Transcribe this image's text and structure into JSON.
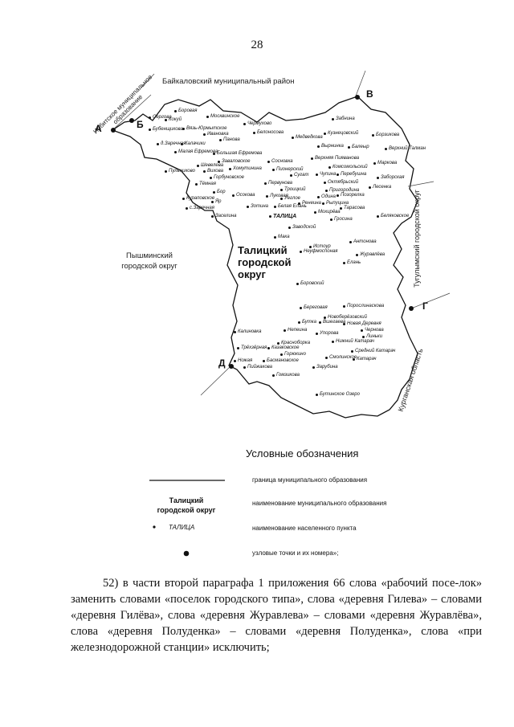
{
  "page_number": "28",
  "map": {
    "regions": {
      "irbit": "Ирбитское муниципальное образование",
      "baikalov": "Байкаловский муниципальный район",
      "pyshma": "Пышминский городской округ",
      "tulun": "Тугулымский городской округ",
      "kurgan": "Курганская область"
    },
    "main_name": [
      "Талицкий",
      "городской",
      "округ"
    ],
    "nodes": [
      "А",
      "Б",
      "В",
      "Г",
      "Д"
    ],
    "settlements": [
      "Сергова",
      "Кокуй",
      "Боровая",
      "Москвинское",
      "Чермухово",
      "Забнина",
      "Бубенщикова",
      "Вязь-Юрмытское",
      "Ивановка",
      "Панова",
      "Белоносова",
      "Медведкова",
      "Кузнецовский",
      "Борзикова",
      "Калачики",
      "д.Заречная",
      "Малая Ефремова",
      "Вырнинка",
      "Балеыр",
      "Верхний Талман",
      "Большая Ефремова",
      "Верхняя Пияванова",
      "Заваловское",
      "Сосновка",
      "Шевелева",
      "Вихова",
      "Хомутинина",
      "Пионерский",
      "Комсомольский",
      "Маркова",
      "Пульниково",
      "Сугат",
      "Чупина",
      "Перебушна",
      "Заборская",
      "Горбуновское",
      "Первунова",
      "Октябрьский",
      "Лесенка",
      "Тёмная",
      "Троицкий",
      "Пригородина",
      "Бор",
      "Луковая",
      "Осокова",
      "Уеглое",
      "Одина",
      "Позорелка",
      "Кураповское",
      "Яр",
      "Ренеина",
      "Рыпуцина",
      "с.Заречная",
      "Зотина",
      "Белая Елань",
      "Мохирёва",
      "Тарасова",
      "Заселина",
      "ТАЛИЦА",
      "Беляковское",
      "Гросина",
      "Заводской",
      "Мака",
      "Антонова",
      "Истоур",
      "Неуфмоспоная",
      "Журавлёва",
      "Елань",
      "Боровский",
      "Береговая",
      "Порослинаскова",
      "Новоберёзовский",
      "Бутка",
      "Вшегаева",
      "Новая Деревня",
      "Чернова",
      "Непеина",
      "Упорова",
      "Линьки",
      "Калиновка",
      "Нижний Катарач",
      "Красноборка",
      "Трёхзёрная",
      "Казаковское",
      "Средний Катарач",
      "Горюкино",
      "Смолинское",
      "Катарач",
      "Ножая",
      "Басмановское",
      "Пийжакова",
      "Зарубина",
      "Гомзикова",
      "Бутинское Озеро"
    ]
  },
  "legend": {
    "title": "Условные обозначения",
    "boundary": "граница муниципального образования",
    "name_sample": [
      "Талицкий",
      "городской округ"
    ],
    "name_desc": "наименование муниципального образования",
    "settlement_sample": "ТАЛИЦА",
    "settlement_desc": "наименование населенного пункта",
    "node_desc": "узловые точки и их номера»;"
  },
  "paragraph": "52) в части второй параграфа 1 приложения 66 слова «рабочий посе-лок» заменить словами «поселок городского типа», слова «деревня Гилева» – словами «деревня Гилёва», слова «деревня Журавлева» – словами «деревня Журавлёва», слова «деревня Полуденка» – словами «деревня Полуденка», слова «при железнодорожной станции» исключить;"
}
